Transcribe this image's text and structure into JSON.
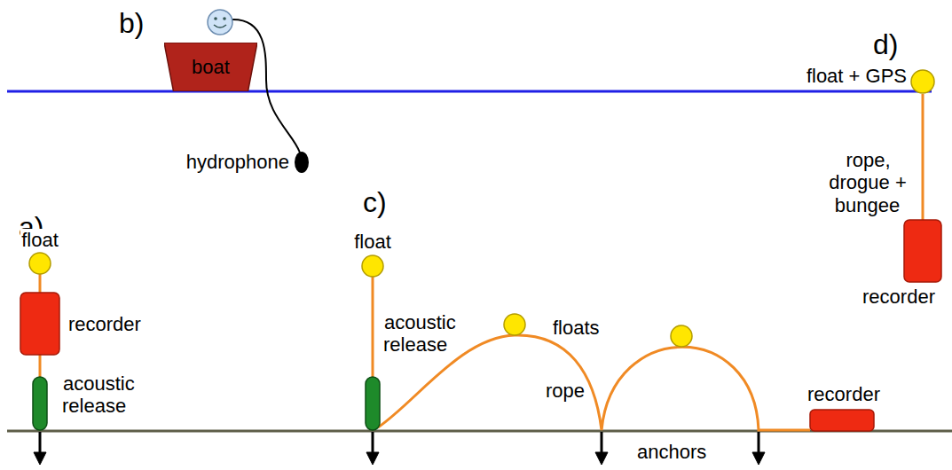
{
  "diagram": {
    "nodes": [
      {
        "text": [
          "boat"
        ]
      }
    ],
    "labels": [
      "b)",
      "d)",
      "float + GPS",
      "hydrophone",
      "rope, drogue + bungee",
      "a)",
      "c)",
      "float",
      "float",
      "recorder",
      "acoustic release",
      "acoustic release",
      "floats",
      "recorder",
      "rope",
      "anchors",
      "recorder"
    ]
  }
}
